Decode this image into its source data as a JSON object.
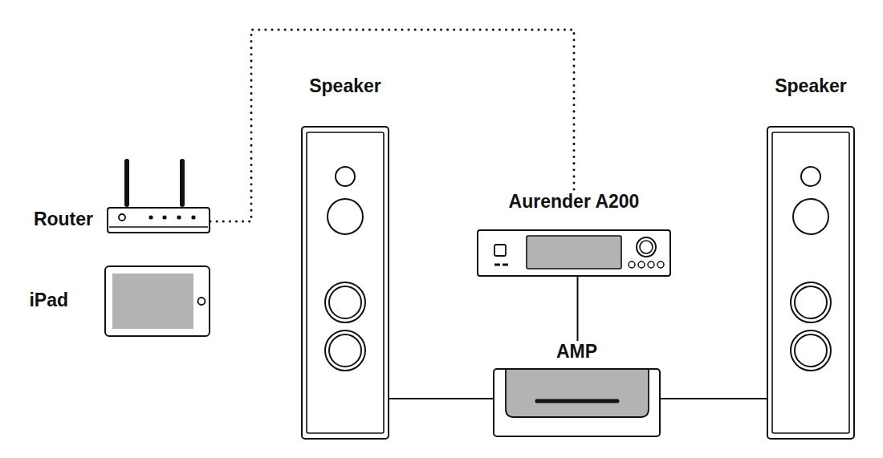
{
  "diagram": {
    "nodes": [
      {
        "text": [
          "Router"
        ]
      },
      {
        "text": [
          "iPad"
        ]
      },
      {
        "text": [
          "Speaker"
        ]
      },
      {
        "text": [
          "Aurender A200"
        ]
      },
      {
        "text": [
          "AMP"
        ]
      },
      {
        "text": [
          "Speaker"
        ]
      }
    ],
    "edges": [
      {
        "from": 0,
        "to": 3,
        "arrow": "none"
      },
      {
        "from": 3,
        "to": 4,
        "arrow": "none"
      },
      {
        "from": 2,
        "to": 4,
        "arrow": "none"
      },
      {
        "from": 4,
        "to": 5,
        "arrow": "none"
      }
    ]
  }
}
